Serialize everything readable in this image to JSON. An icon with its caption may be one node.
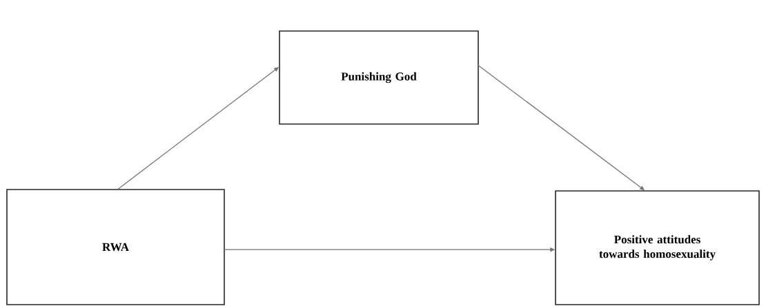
{
  "diagram": {
    "nodes": [
      {
        "text": [
          "Punishing God"
        ]
      },
      {
        "text": [
          "RWA"
        ]
      },
      {
        "text": [
          "Positive attitudes towards homosexuality"
        ]
      }
    ],
    "edges": [
      {
        "from": 1,
        "to": 0,
        "arrow": "to"
      },
      {
        "from": 0,
        "to": 2,
        "arrow": "to"
      },
      {
        "from": 1,
        "to": 2,
        "arrow": "to"
      }
    ]
  }
}
